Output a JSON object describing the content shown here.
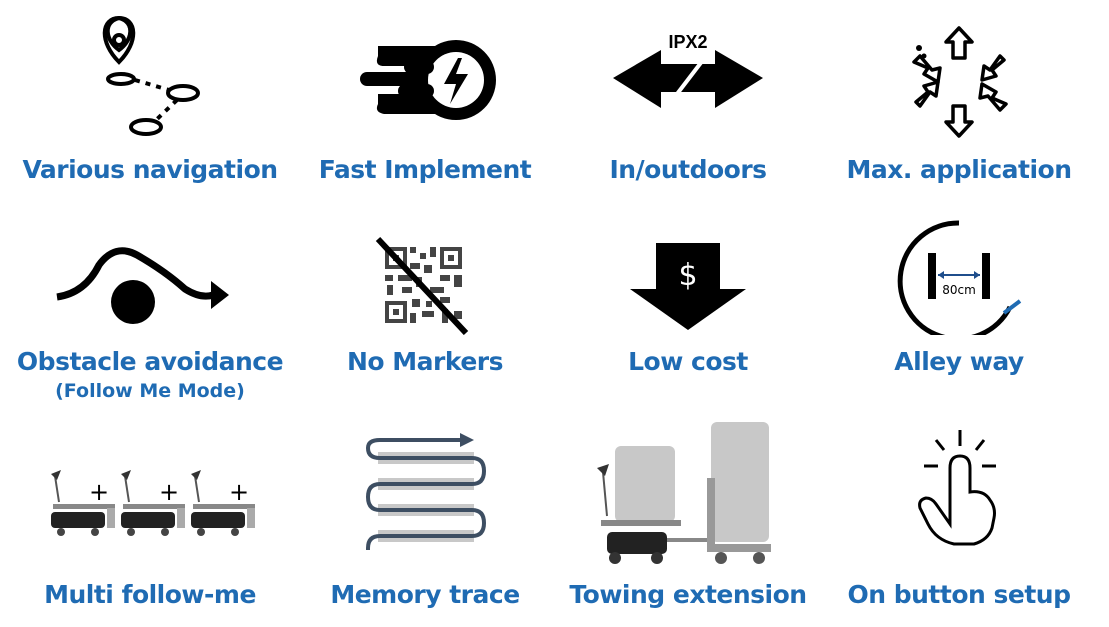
{
  "features": [
    {
      "label": "Various navigation",
      "icon": "map-route-icon"
    },
    {
      "label": "Fast Implement",
      "icon": "lightning-speed-icon"
    },
    {
      "label": "In/outdoors",
      "icon": "ipx2-double-arrow-icon",
      "badge": "IPX2"
    },
    {
      "label": "Max. application",
      "icon": "multi-direction-arrows-icon"
    },
    {
      "label": "Obstacle avoidance",
      "sublabel": "(Follow Me Mode)",
      "icon": "obstacle-path-icon"
    },
    {
      "label": "No Markers",
      "icon": "crossed-qr-code-icon"
    },
    {
      "label": "Low cost",
      "icon": "dollar-down-arrow-icon",
      "symbol": "$"
    },
    {
      "label": "Alley way",
      "icon": "alley-width-icon",
      "measure": "80cm"
    },
    {
      "label": "Multi follow-me",
      "icon": "robot-group-icon",
      "plus": "+"
    },
    {
      "label": "Memory trace",
      "icon": "memory-trace-icon"
    },
    {
      "label": "Towing extension",
      "icon": "towing-robot-icon"
    },
    {
      "label": "On button setup",
      "icon": "tap-hand-icon"
    }
  ],
  "colors": {
    "label": "#1f6bb3",
    "icon": "#000000",
    "grey": "#c8c8c8",
    "trace": "#3d4e62"
  }
}
